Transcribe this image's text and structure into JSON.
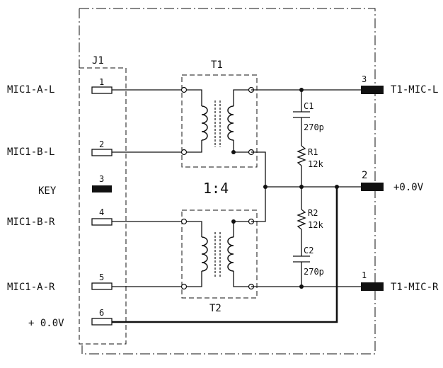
{
  "connector_j1": {
    "label": "J1",
    "pins": [
      {
        "number": "1",
        "signal": "MIC1-A-L"
      },
      {
        "number": "2",
        "signal": "MIC1-B-L"
      },
      {
        "number": "3",
        "signal": "KEY"
      },
      {
        "number": "4",
        "signal": "MIC1-B-R"
      },
      {
        "number": "5",
        "signal": "MIC1-A-R"
      },
      {
        "number": "6",
        "signal": "+ 0.0V"
      }
    ]
  },
  "transformers": {
    "t1_label": "T1",
    "t2_label": "T2",
    "ratio": "1:4"
  },
  "components": {
    "c1": {
      "ref": "C1",
      "value": "270p"
    },
    "r1": {
      "ref": "R1",
      "value": "12k"
    },
    "r2": {
      "ref": "R2",
      "value": "12k"
    },
    "c2": {
      "ref": "C2",
      "value": "270p"
    }
  },
  "outputs": [
    {
      "number": "3",
      "label": "T1-MIC-L"
    },
    {
      "number": "2",
      "label": "+0.0V"
    },
    {
      "number": "1",
      "label": "T1-MIC-R"
    }
  ],
  "colors": {
    "ink": "#111111",
    "paper": "#ffffff"
  }
}
